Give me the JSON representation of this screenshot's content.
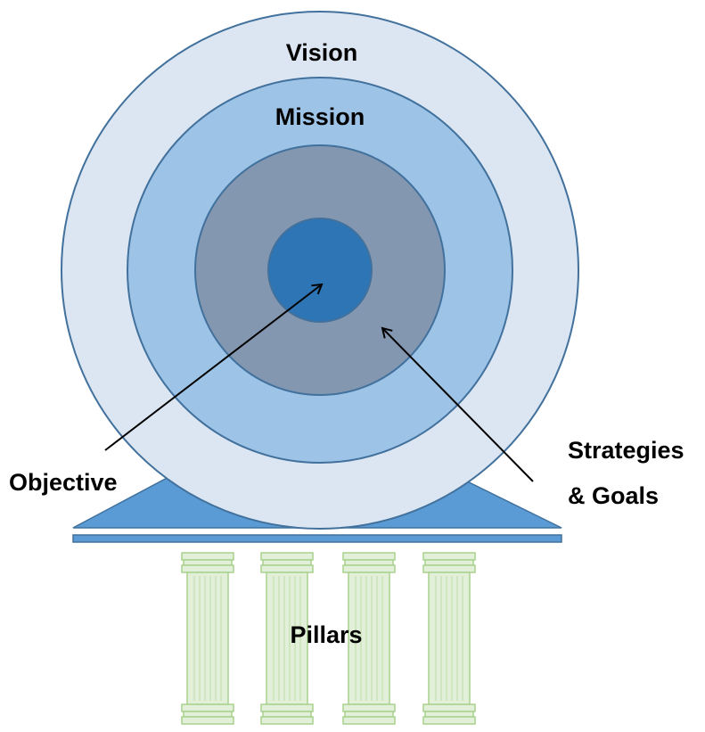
{
  "labels": {
    "vision": "Vision",
    "mission": "Mission",
    "objective": "Objective",
    "strategies_line1": "Strategies",
    "strategies_line2": "& Goals",
    "pillars": "Pillars"
  },
  "colors": {
    "vision_fill": "#DCE6F2",
    "mission_fill": "#9DC3E6",
    "strategies_fill": "#8497B0",
    "objective_fill": "#2E75B6",
    "ring_stroke": "#41719C",
    "base_fill": "#5B9BD5",
    "pillar_fill": "#E2F0D9",
    "pillar_stroke": "#A9D18E",
    "arrow": "#000000"
  }
}
